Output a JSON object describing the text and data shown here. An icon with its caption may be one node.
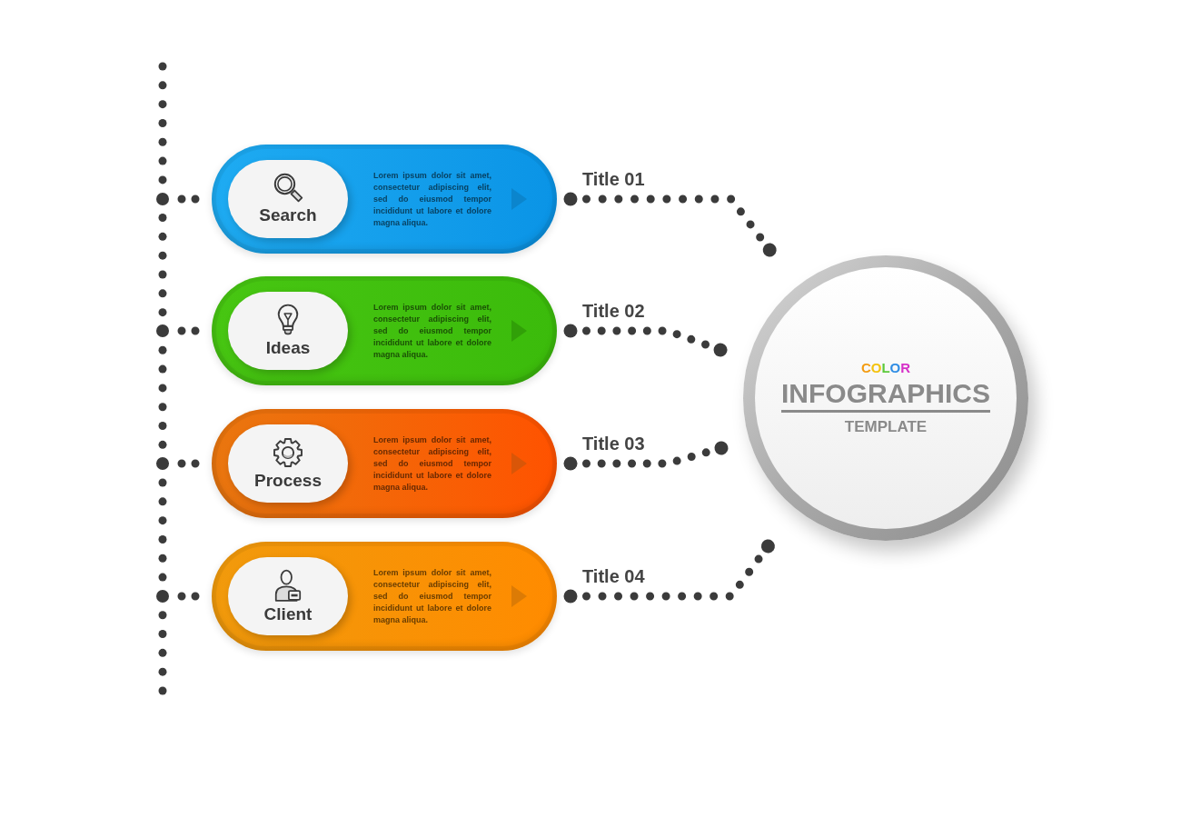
{
  "diagram": {
    "nodes": [
      {
        "text": [],
        "shape": "line"
      },
      {
        "text": [
          "Lorem ipsum dolor sit amet, consectetur adipiscing elit, sed do eiusmod tempor incididunt ut labore et dolore magna aliqua."
        ]
      },
      {
        "text": [
          "Search"
        ],
        "in": 1
      },
      {
        "text": [
          "Lorem ipsum dolor sit amet, consectetur adipiscing elit, sed do eiusmod tempor incididunt ut labore et dolore magna aliqua."
        ]
      },
      {
        "text": [
          "Ideas"
        ],
        "in": 3
      },
      {
        "text": [
          "Lorem ipsum dolor sit amet, consectetur adipiscing elit, sed do eiusmod tempor incididunt ut labore et dolore magna aliqua."
        ]
      },
      {
        "text": [
          "Process"
        ],
        "in": 5
      },
      {
        "text": [
          "Lorem ipsum dolor sit amet, consectetur adipiscing elit, sed do eiusmod tempor incididunt ut labore et dolore magna aliqua."
        ]
      },
      {
        "text": [
          "Client"
        ],
        "in": 7
      },
      {
        "text": [
          "COLOR",
          "INFOGRAPHICS",
          "TEMPLATE"
        ]
      }
    ],
    "edges": [
      {
        "from": 0,
        "to": 1,
        "arrow": "none",
        "style": "dashed"
      },
      {
        "from": 0,
        "to": 3,
        "arrow": "none",
        "style": "dashed"
      },
      {
        "from": 0,
        "to": 5,
        "arrow": "none",
        "style": "dashed"
      },
      {
        "from": 0,
        "to": 7,
        "arrow": "none",
        "style": "dashed"
      },
      {
        "from": 1,
        "to": 9,
        "arrow": "other",
        "style": "dashed",
        "label": "Title 01"
      },
      {
        "from": 3,
        "to": 9,
        "arrow": "other",
        "style": "dashed",
        "label": "Title 02"
      },
      {
        "from": 5,
        "to": 9,
        "arrow": "other",
        "style": "dashed",
        "label": "Title 03"
      },
      {
        "from": 7,
        "to": 9,
        "arrow": "other",
        "style": "dashed",
        "label": "Title 04"
      }
    ]
  }
}
